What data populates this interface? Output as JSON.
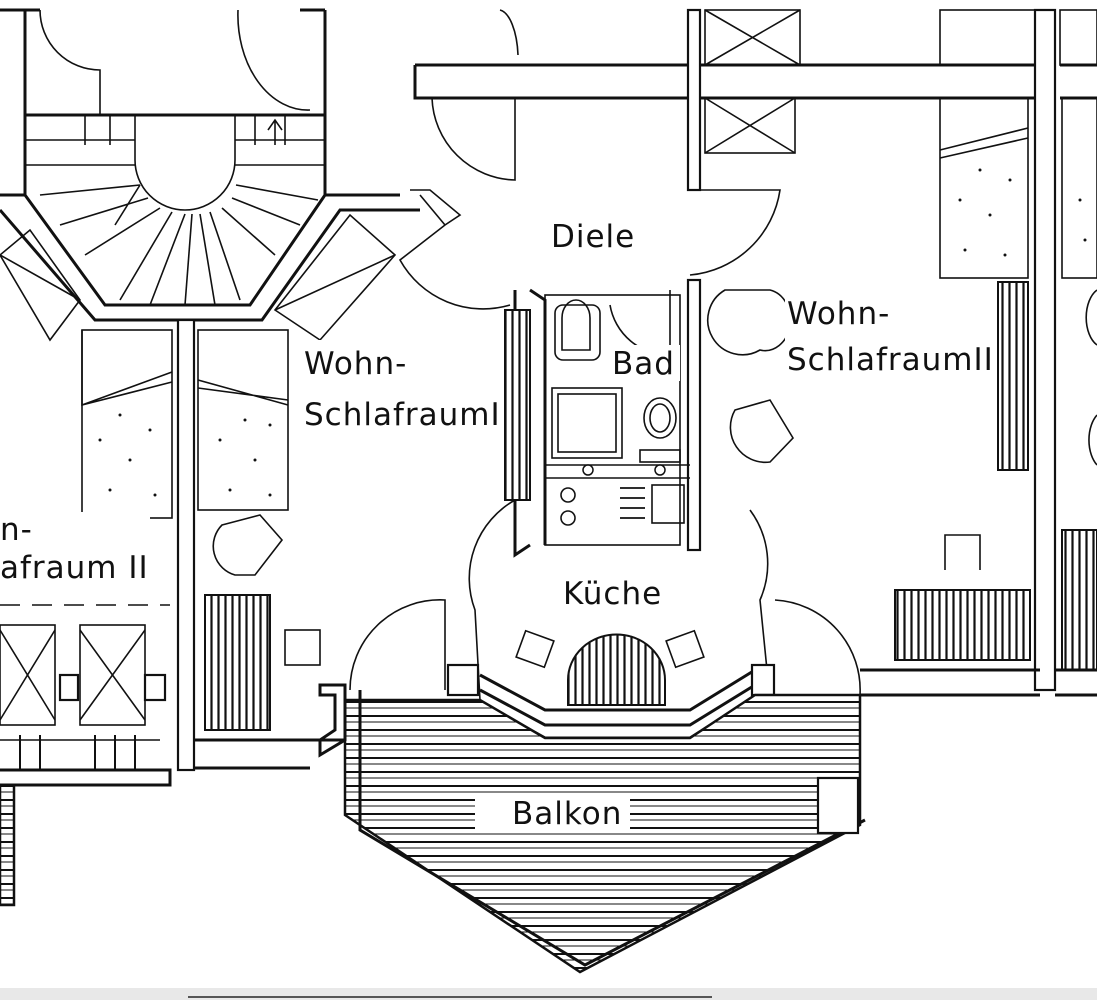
{
  "rooms": {
    "diele": "Diele",
    "bad": "Bad",
    "wohn_right_1": "Wohn-",
    "wohn_right_2": "SchlafraumII",
    "wohn_center_1": "Wohn-",
    "wohn_center_2": "SchlafraumI",
    "wohn_left_1": "n-",
    "wohn_left_2": "afraum II",
    "kueche": "Küche",
    "balkon": "Balkon"
  }
}
